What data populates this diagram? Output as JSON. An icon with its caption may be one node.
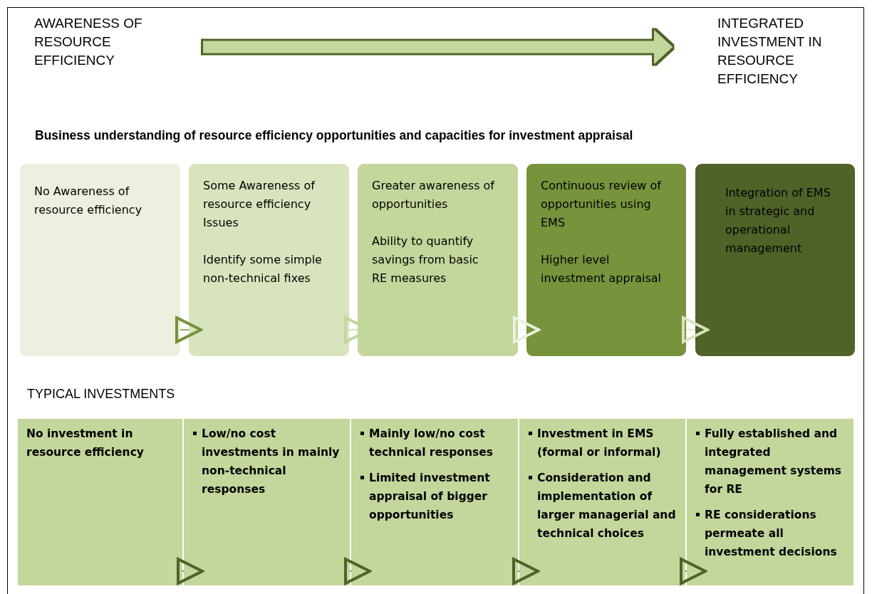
{
  "diagram": {
    "nodes": [
      {
        "text": [
          "AWARENESS OF RESOURCE EFFICIENCY"
        ]
      },
      {
        "text": [
          "INTEGRATED INVESTMENT IN RESOURCE EFFICIENCY"
        ]
      },
      {
        "text": [
          "No Awareness of resource efficiency"
        ]
      },
      {
        "text": [
          "Some Awareness of resource efficiency Issues",
          "Identify some simple non-technical fixes"
        ]
      },
      {
        "text": [
          "Greater awareness of opportunities",
          "Ability to quantify savings from basic RE measures"
        ]
      },
      {
        "text": [
          "Continuous review of opportunities using EMS",
          "Higher level investment appraisal"
        ]
      },
      {
        "text": [
          "Integration of EMS in strategic and operational management"
        ]
      },
      {
        "text": [
          "No investment in resource efficiency"
        ]
      },
      {
        "text": [
          "Low/no cost investments in mainly non-technical responses"
        ]
      },
      {
        "text": [
          "Mainly low/no cost technical responses",
          "Limited investment appraisal of bigger opportunities"
        ]
      },
      {
        "text": [
          "Investment in EMS (formal or informal)",
          "Consideration and implementation of larger managerial and technical choices"
        ]
      },
      {
        "text": [
          "Fully established and integrated management systems for RE",
          "RE considerations permeate all investment decisions"
        ]
      }
    ],
    "edges": [
      {
        "from": 0,
        "to": 1,
        "arrow": "to",
        "style": "thick",
        "color": "#c3d69b"
      },
      {
        "from": 2,
        "to": 3,
        "arrow": "to",
        "color": "#76923c"
      },
      {
        "from": 3,
        "to": 4,
        "arrow": "to",
        "color": "#c3d69b"
      },
      {
        "from": 4,
        "to": 5,
        "arrow": "to",
        "color": "#ebf1de"
      },
      {
        "from": 5,
        "to": 6,
        "arrow": "to",
        "color": "#d7e4bd"
      },
      {
        "from": 7,
        "to": 8,
        "arrow": "to"
      },
      {
        "from": 8,
        "to": 9,
        "arrow": "to"
      },
      {
        "from": 9,
        "to": 10,
        "arrow": "to"
      },
      {
        "from": 10,
        "to": 11,
        "arrow": "to"
      }
    ],
    "labels": [
      "Business understanding of resource efficiency opportunities and capacities for investment appraisal",
      "TYPICAL INVESTMENTS"
    ]
  }
}
